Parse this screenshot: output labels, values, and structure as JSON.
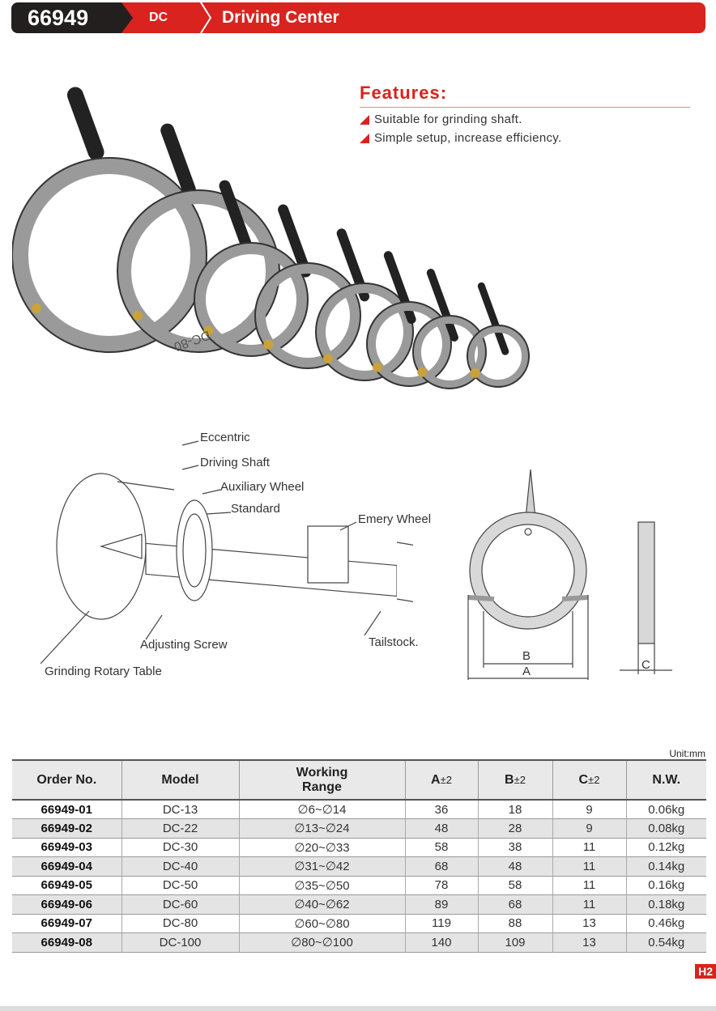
{
  "header": {
    "code": "66949",
    "series": "DC",
    "title": "Driving Center"
  },
  "features": {
    "title": "Features:",
    "items": [
      "Suitable for grinding shaft.",
      "Simple setup, increase efficiency."
    ]
  },
  "product_photo": {
    "engraving": "DC-80"
  },
  "diagram": {
    "labels": {
      "eccentric": "Eccentric",
      "driving_shaft": "Driving Shaft",
      "auxiliary_wheel": "Auxiliary Wheel",
      "standard": "Standard",
      "emery_wheel": "Emery Wheel",
      "adjusting_screw": "Adjusting Screw",
      "tailstock": "Tailstock.",
      "grinding_rotary_table": "Grinding Rotary Table"
    },
    "dims": {
      "a": "A",
      "b": "B",
      "c": "C"
    }
  },
  "table": {
    "unit": "Unit:mm",
    "headers": {
      "order": "Order No.",
      "model": "Model",
      "range1": "Working",
      "range2": "Range",
      "a": "A",
      "b": "B",
      "c": "C",
      "tol": "±2",
      "nw": "N.W."
    },
    "rows": [
      [
        "66949-01",
        "DC-13",
        "∅6~∅14",
        "36",
        "18",
        "9",
        "0.06kg"
      ],
      [
        "66949-02",
        "DC-22",
        "∅13~∅24",
        "48",
        "28",
        "9",
        "0.08kg"
      ],
      [
        "66949-03",
        "DC-30",
        "∅20~∅33",
        "58",
        "38",
        "11",
        "0.12kg"
      ],
      [
        "66949-04",
        "DC-40",
        "∅31~∅42",
        "68",
        "48",
        "11",
        "0.14kg"
      ],
      [
        "66949-05",
        "DC-50",
        "∅35~∅50",
        "78",
        "58",
        "11",
        "0.16kg"
      ],
      [
        "66949-06",
        "DC-60",
        "∅40~∅62",
        "89",
        "68",
        "11",
        "0.18kg"
      ],
      [
        "66949-07",
        "DC-80",
        "∅60~∅80",
        "119",
        "88",
        "13",
        "0.46kg"
      ],
      [
        "66949-08",
        "DC-100",
        "∅80~∅100",
        "140",
        "109",
        "13",
        "0.54kg"
      ]
    ]
  },
  "page": "H2"
}
